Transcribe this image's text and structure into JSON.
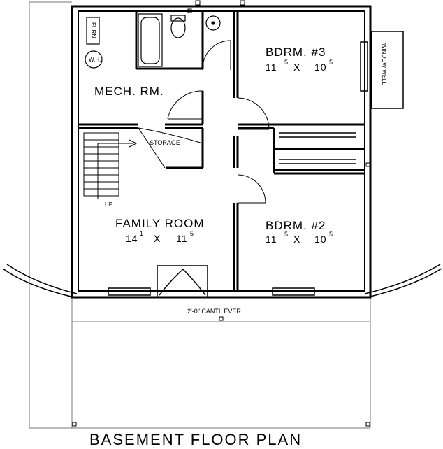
{
  "plan": {
    "title": "BASEMENT FLOOR PLAN",
    "rooms": {
      "mech": {
        "name": "MECH. RM."
      },
      "bdrm3": {
        "name": "BDRM. #3",
        "w_ft": "11",
        "w_in": "5",
        "sep": "X",
        "l_ft": "10",
        "l_in": "5"
      },
      "bdrm2": {
        "name": "BDRM. #2",
        "w_ft": "11",
        "w_in": "5",
        "sep": "X",
        "l_ft": "10",
        "l_in": "5"
      },
      "family": {
        "name": "FAMILY ROOM",
        "w_ft": "14",
        "w_in": "1",
        "sep": "X",
        "l_ft": "11",
        "l_in": "5"
      }
    },
    "labels": {
      "furn": "FURN.",
      "wh": "W.H.",
      "storage": "STORAGE",
      "up": "UP",
      "window_well": "WINDOW WELL",
      "cantilever": "2'-0\" CANTILEVER"
    }
  }
}
